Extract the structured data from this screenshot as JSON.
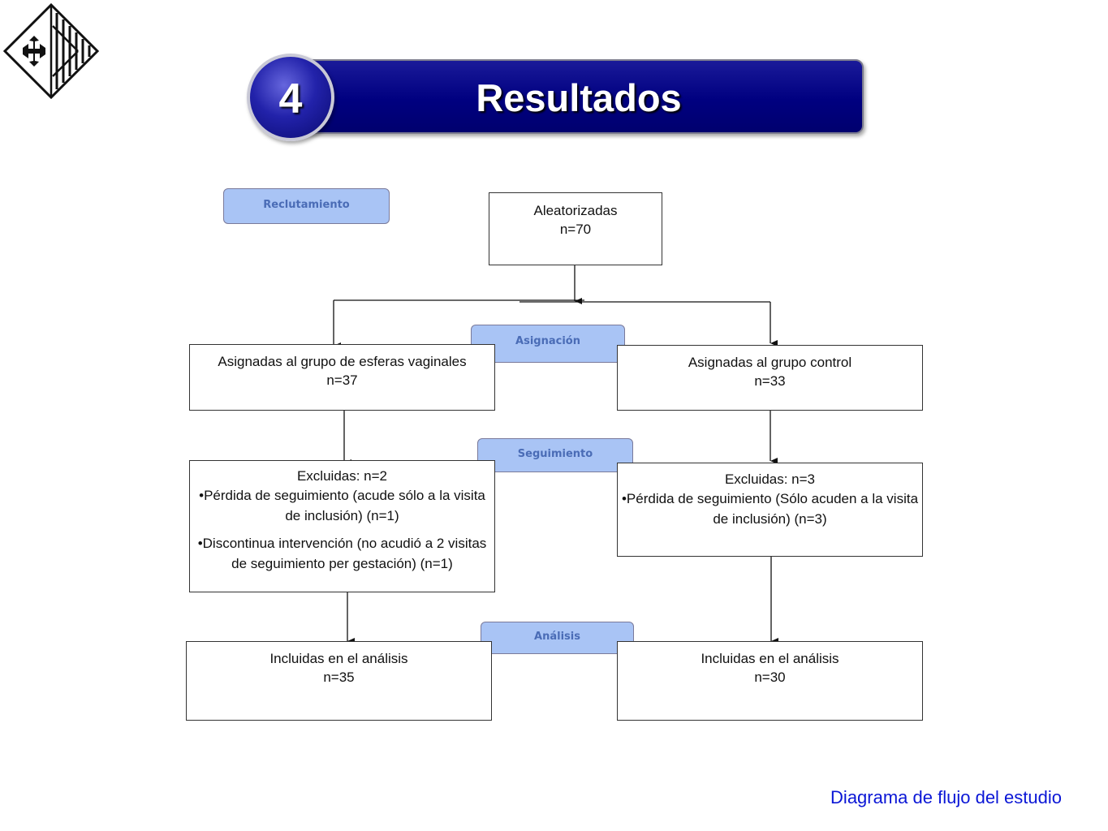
{
  "header": {
    "section_number": "4",
    "title": "Resultados"
  },
  "stages": {
    "recruitment": "Reclutamiento",
    "allocation": "Asignación",
    "follow_up": "Seguimiento",
    "analysis": "Análisis"
  },
  "randomized": {
    "label": "Aleatorizadas",
    "n": "n=70"
  },
  "allocation": {
    "left": {
      "label": "Asignadas al grupo de esferas vaginales",
      "n": "n=37"
    },
    "right": {
      "label": "Asignadas al grupo control",
      "n": "n=33"
    }
  },
  "follow_up": {
    "left": {
      "label": "Excluidas: n=2",
      "items": [
        "Pérdida de seguimiento (acude sólo a la visita de inclusión) (n=1)",
        "Discontinua intervención (no acudió a 2 visitas de seguimiento per gestación) (n=1)"
      ]
    },
    "right": {
      "label": "Excluidas: n=3",
      "items": [
        "Pérdida de seguimiento (Sólo acuden a la visita de inclusión) (n=3)"
      ]
    }
  },
  "analysis": {
    "left": {
      "label": "Incluidas en el análisis",
      "n": "n=35"
    },
    "right": {
      "label": "Incluidas en el análisis",
      "n": "n=30"
    }
  },
  "caption": "Diagrama de flujo del estudio",
  "colors": {
    "banner": "#000080",
    "stage_fill": "#a9c4f5",
    "stage_text": "#4a6cb6",
    "caption": "#0a16d6"
  },
  "icons": {
    "logo": "barcelona-shield-icon"
  }
}
